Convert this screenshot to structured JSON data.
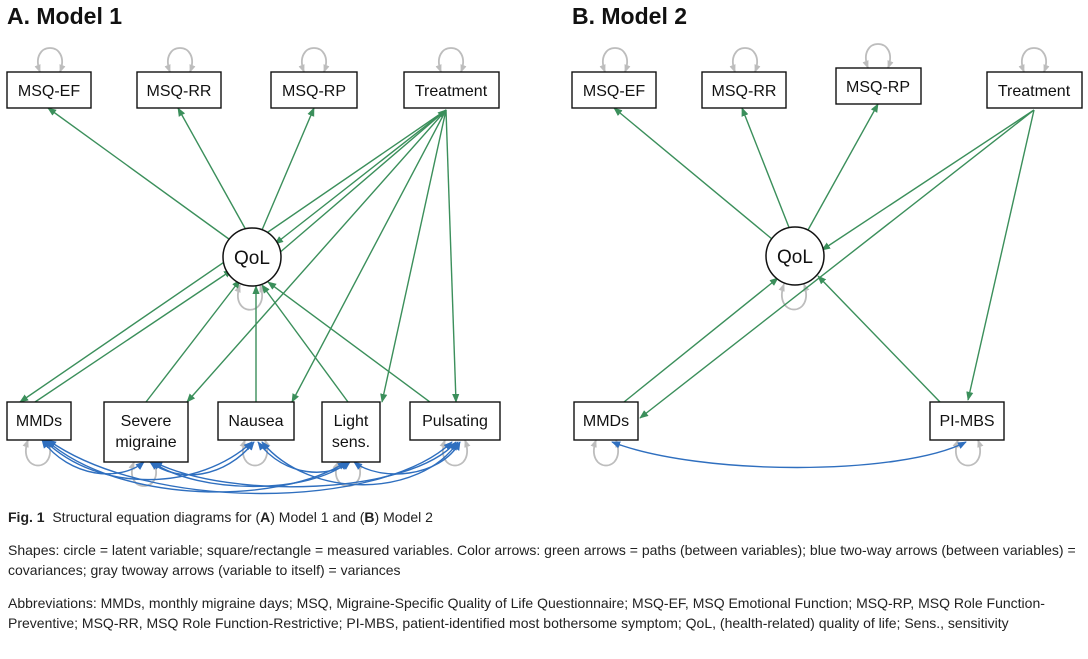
{
  "panels": [
    {
      "id": "A",
      "title": "A. Model 1",
      "nodes": [
        "MSQ-EF",
        "MSQ-RR",
        "MSQ-RP",
        "Treatment",
        "QoL",
        "MMDs",
        "Severe migraine",
        "Nausea",
        "Light sens.",
        "Pulsating"
      ]
    },
    {
      "id": "B",
      "title": "B. Model 2",
      "nodes": [
        "MSQ-EF",
        "MSQ-RR",
        "MSQ-RP",
        "Treatment",
        "QoL",
        "MMDs",
        "PI-MBS"
      ]
    }
  ],
  "labels": {
    "msq_ef": "MSQ-EF",
    "msq_rr": "MSQ-RR",
    "msq_rp": "MSQ-RP",
    "treatment": "Treatment",
    "qol": "QoL",
    "mmds": "MMDs",
    "severe_1": "Severe",
    "severe_2": "migraine",
    "nausea": "Nausea",
    "light_1": "Light",
    "light_2": "sens.",
    "pulsating": "Pulsating",
    "pimbs": "PI-MBS"
  },
  "colors": {
    "path": "#3b8f5b",
    "covariance": "#2f6fbf",
    "variance": "#bdbdbd"
  },
  "caption": {
    "fig_label": "Fig. 1",
    "title_pre": "Structural equation diagrams for (",
    "title_a": "A",
    "title_mid": ") Model 1 and (",
    "title_b": "B",
    "title_post": ") Model 2",
    "shapes": "Shapes: circle = latent variable; square/rectangle = measured variables. Color arrows: green arrows = paths (between variables); blue two-way arrows (between variables) = covariances; gray twoway arrows (variable to itself) = variances",
    "abbreviations": "Abbreviations: MMDs, monthly migraine days; MSQ, Migraine-Specific Quality of Life Questionnaire; MSQ-EF, MSQ Emotional Function; MSQ-RP, MSQ Role Function-Preventive; MSQ-RR, MSQ Role Function-Restrictive; PI-MBS, patient-identified most bothersome symptom; QoL, (health-related) quality of life; Sens., sensitivity"
  }
}
